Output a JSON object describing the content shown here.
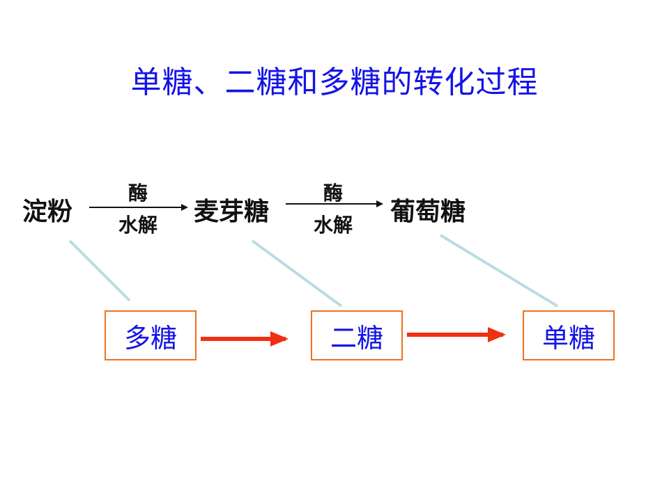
{
  "title": "单糖、二糖和多糖的转化过程",
  "reaction": {
    "starch": "淀粉",
    "maltose": "麦芽糖",
    "glucose": "葡萄糖",
    "step1_top": "酶",
    "step1_bottom": "水解",
    "step2_top": "酶",
    "step2_bottom": "水解"
  },
  "boxes": {
    "polysaccharide": "多糖",
    "disaccharide": "二糖",
    "monosaccharide": "单糖"
  },
  "colors": {
    "title": "#1414e6",
    "box_border": "#f07020",
    "box_arrow": "#f03010",
    "connector": "#b8dde3",
    "reaction_text": "#111111"
  }
}
